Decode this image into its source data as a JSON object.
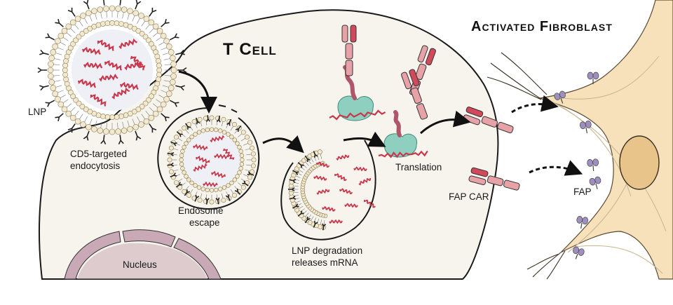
{
  "title": "T Cell",
  "fibroblast_title": "Activated Fibroblast",
  "labels": {
    "lnp": "LNP",
    "endocytosis_l1": "CD5-targeted",
    "endocytosis_l2": "endocytosis",
    "endosome_l1": "Endosome",
    "endosome_l2": "escape",
    "degradation_l1": "LNP degradation",
    "degradation_l2": "releases mRNA",
    "translation": "Translation",
    "fap_car": "FAP CAR",
    "fap": "FAP",
    "nucleus": "Nucleus"
  },
  "colors": {
    "cell_fill": "#f6f4ec",
    "lipid_head": "#f2e9cf",
    "mrna": "#c9374c",
    "car": "#e7a2a8",
    "ribosome": "#8ecfc0",
    "nucleus": "#c8a9b5",
    "fibroblast": "#f6e1bb",
    "fap": "#9f8fbf"
  }
}
